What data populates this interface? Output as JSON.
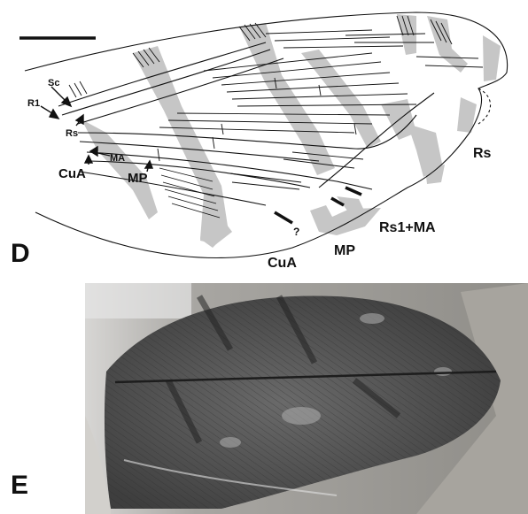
{
  "panels": {
    "d": {
      "letter": "D"
    },
    "e": {
      "letter": "E"
    }
  },
  "labels": {
    "sc": "Sc",
    "r1": "R1",
    "rs_left": "Rs",
    "ma": "MA",
    "cua_left": "CuA",
    "mp_left": "MP",
    "rs_right": "Rs",
    "rs1_ma": "Rs1+MA",
    "mp_bottom": "MP",
    "cua_bottom": "CuA",
    "question": "?"
  },
  "colors": {
    "ink": "#111111",
    "pigment_gray": "#c6c6c6",
    "fossil_dark": "#4a4a4a",
    "fossil_light": "#8a8a8a",
    "matrix": "#b9b6b0"
  }
}
